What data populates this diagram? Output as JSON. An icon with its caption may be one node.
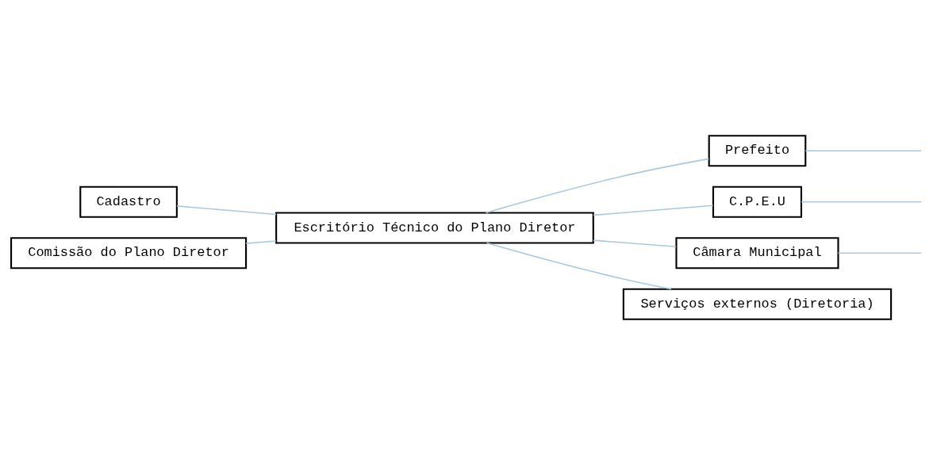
{
  "diagram": {
    "nodes": [
      {
        "text": [
          "Prefeito"
        ]
      },
      {
        "text": [
          "Cadastro"
        ]
      },
      {
        "text": [
          "Escritório Técnico do Plano Diretor"
        ]
      },
      {
        "text": [
          "C.P.E.U"
        ]
      },
      {
        "text": [
          "Comissão do Plano Diretor"
        ]
      },
      {
        "text": [
          "Câmara Municipal"
        ]
      },
      {
        "text": [
          "Serviços externos (Diretoria)"
        ]
      }
    ],
    "edges": [
      {
        "from": 1,
        "to": 2,
        "arrow": "none"
      },
      {
        "from": 4,
        "to": 2,
        "arrow": "none"
      },
      {
        "from": 2,
        "to": 0,
        "arrow": "none"
      },
      {
        "from": 2,
        "to": 3,
        "arrow": "none"
      },
      {
        "from": 2,
        "to": 5,
        "arrow": "none"
      },
      {
        "from": 2,
        "to": 6,
        "arrow": "none"
      },
      {
        "from": 0,
        "to": null,
        "arrow": "none"
      },
      {
        "from": 3,
        "to": null,
        "arrow": "none"
      },
      {
        "from": 5,
        "to": null,
        "arrow": "none"
      }
    ]
  }
}
